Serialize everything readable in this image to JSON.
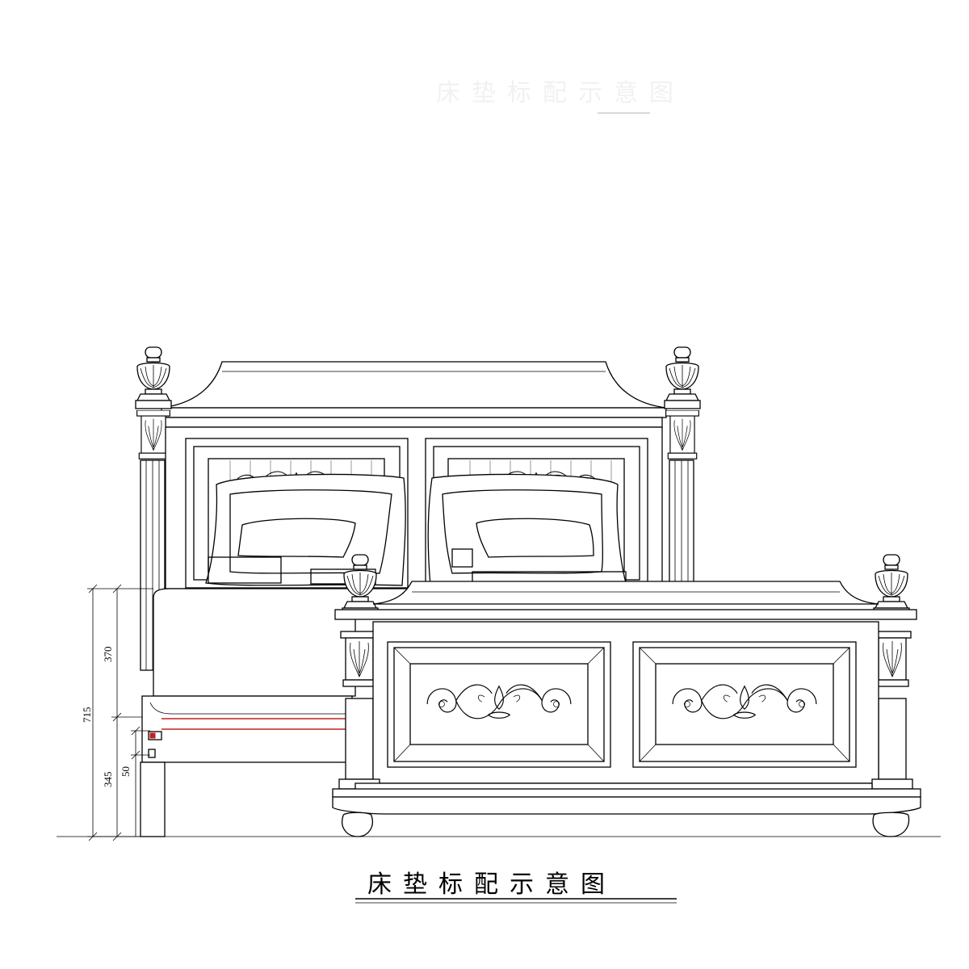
{
  "drawing": {
    "title": "床垫标配示意图",
    "faded_title": "床垫标配示意图"
  },
  "dimensions": {
    "mattress_height": "370",
    "total_height": "715",
    "frame_height": "345",
    "rail_offset": "50"
  },
  "colors": {
    "line": "#000000",
    "screw": "#c0201f",
    "background": "#ffffff"
  }
}
